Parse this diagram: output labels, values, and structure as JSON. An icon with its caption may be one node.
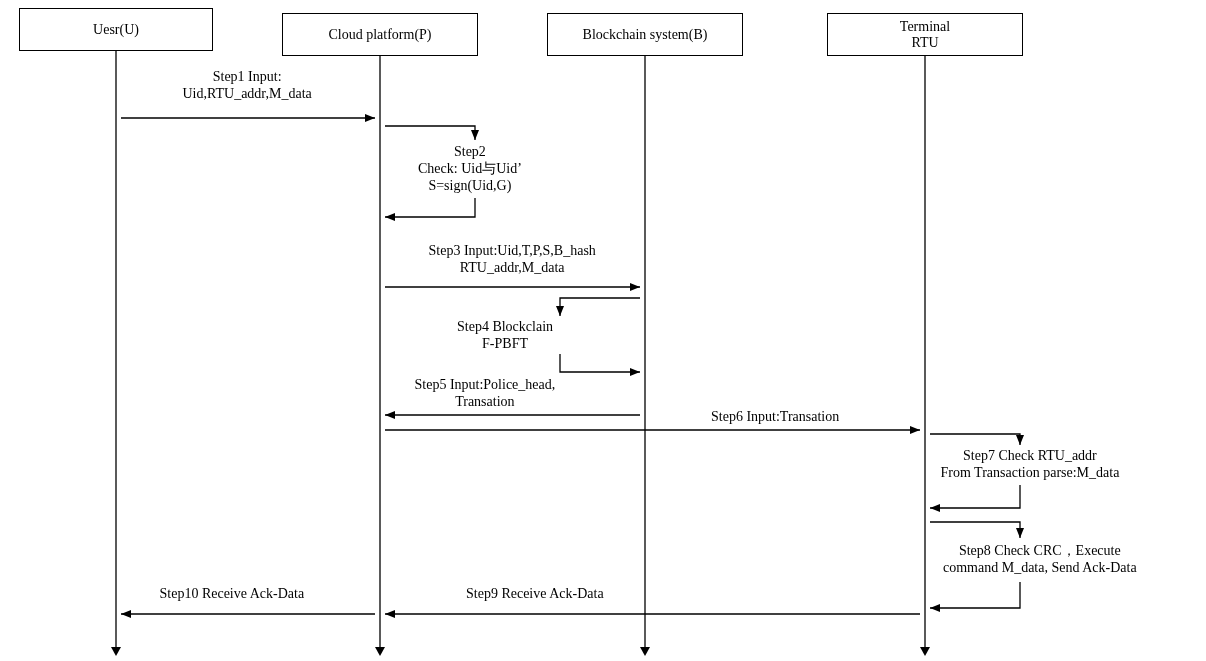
{
  "diagram": {
    "nodes": [
      {
        "text": [
          "Uesr(U)"
        ]
      },
      {
        "text": [
          "Cloud platform(P)"
        ]
      },
      {
        "text": [
          "Blockchain system(B)"
        ]
      },
      {
        "text": [
          "Terminal RTU"
        ]
      },
      {
        "text": [],
        "shape": "line"
      },
      {
        "text": [],
        "shape": "line"
      },
      {
        "text": [],
        "shape": "line"
      },
      {
        "text": [],
        "shape": "line"
      }
    ],
    "edges": [
      {
        "from": 4,
        "to": 5,
        "arrow": "to",
        "label": "Step1 Input: Uid,RTU_addr,M_data"
      },
      {
        "from": 5,
        "to": 5,
        "arrow": "to",
        "label": "Step2 Check: Uid与Uid’ S=sign(Uid,G)"
      },
      {
        "from": 5,
        "to": 6,
        "arrow": "to",
        "label": "Step3 Input:Uid,T,P,S,B_hash RTU_addr,M_data"
      },
      {
        "from": 6,
        "to": 6,
        "arrow": "to",
        "label": "Step4 Blockclain F-PBFT"
      },
      {
        "from": 6,
        "to": 5,
        "arrow": "to",
        "label": "Step5 Input:Police_head, Transation"
      },
      {
        "from": 5,
        "to": 7,
        "arrow": "to",
        "label": "Step6 Input:Transation"
      },
      {
        "from": 7,
        "to": 7,
        "arrow": "to",
        "label": "Step7 Check RTU_addr From Transaction parse:M_data"
      },
      {
        "from": 7,
        "to": 7,
        "arrow": "to",
        "label": "Step8 Check CRC，Execute command M_data, Send Ack-Data"
      },
      {
        "from": 7,
        "to": 5,
        "arrow": "to",
        "label": "Step9 Receive Ack-Data"
      },
      {
        "from": 5,
        "to": 4,
        "arrow": "to",
        "label": "Step10 Receive Ack-Data"
      }
    ]
  }
}
